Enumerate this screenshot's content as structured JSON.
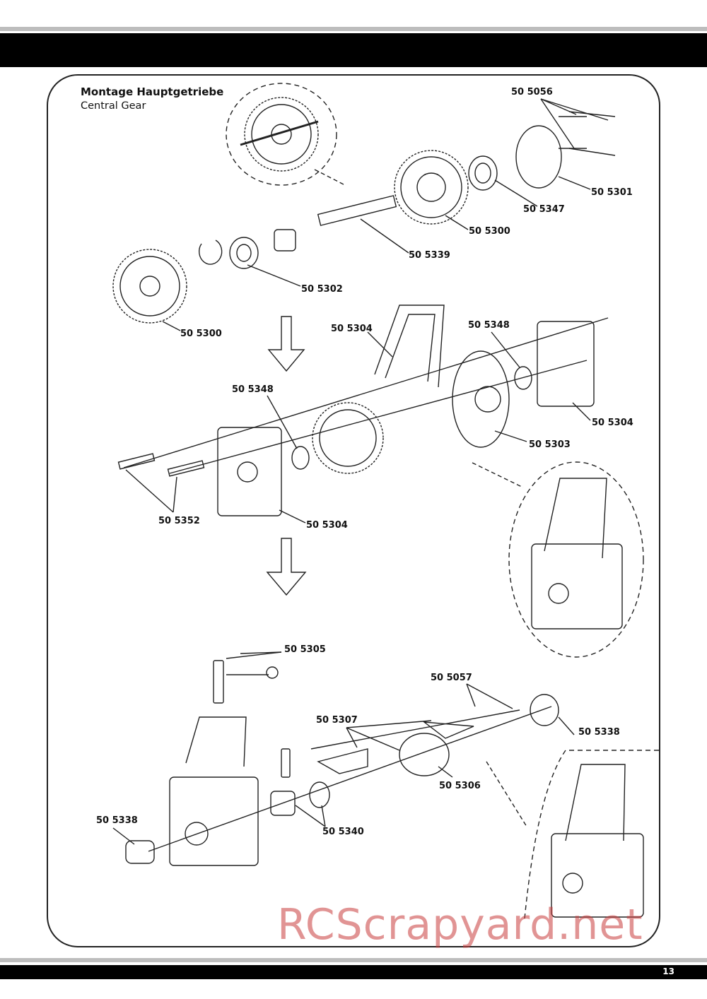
{
  "header": {
    "title_de": "Montage Hauptgetriebe",
    "title_en": "Central Gear"
  },
  "labels": {
    "p505056": "50 5056",
    "p505301": "50 5301",
    "p505347": "50 5347",
    "p505300_top": "50 5300",
    "p505339": "50 5339",
    "p505302": "50 5302",
    "p505300_left": "50 5300",
    "p505304_top": "50 5304",
    "p505348_right": "50 5348",
    "p505348_left": "50 5348",
    "p505304_right": "50 5304",
    "p505303": "50 5303",
    "p505352": "50 5352",
    "p505304_bottom": "50 5304",
    "p505305": "50 5305",
    "p505057": "50 5057",
    "p505307": "50 5307",
    "p505338_right": "50 5338",
    "p505306": "50 5306",
    "p505338_left": "50 5338",
    "p505340": "50 5340"
  },
  "footer": {
    "page_number": "13"
  },
  "watermark": {
    "text": "RCScrapyard.net"
  },
  "colors": {
    "band": "#000000",
    "stripe": "#bdbdbd",
    "line": "#222222",
    "watermark": "#c83c3c"
  }
}
